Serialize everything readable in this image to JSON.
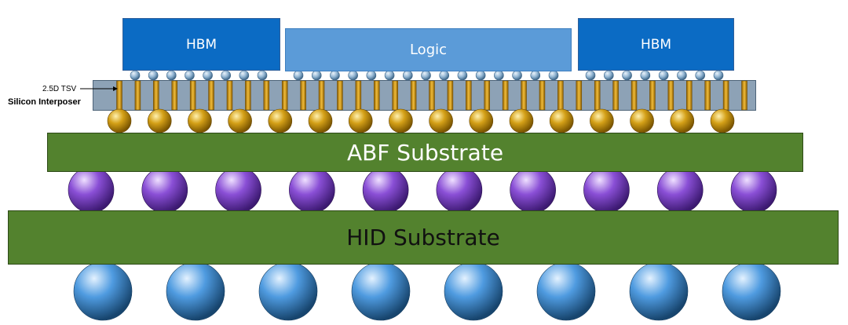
{
  "labels": {
    "hbm_left": "HBM",
    "logic": "Logic",
    "hbm_right": "HBM",
    "tsv": "2.5D TSV",
    "interposer": "Silicon Interposer",
    "abf": "ABF Substrate",
    "hid": "HID Substrate"
  },
  "colors": {
    "hbm": "#0b6bc4",
    "logic": "#5b9bd8",
    "interposer": "#8da2b6",
    "tsv": "#d69a12",
    "gold_bump": "#d4a017",
    "purple_ball": "#8a4fd6",
    "blue_ball": "#3f8fd9",
    "substrate": "#53822e"
  }
}
